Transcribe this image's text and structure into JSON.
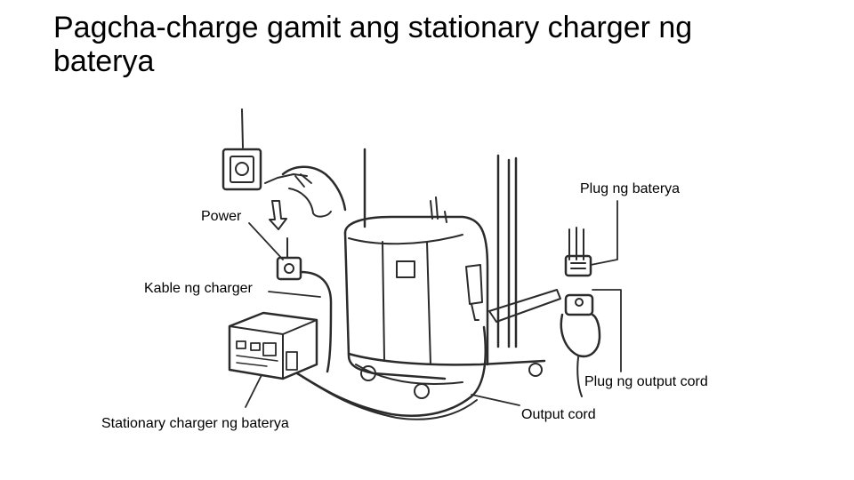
{
  "title": "Pagcha-charge gamit ang stationary charger ng baterya",
  "labels": {
    "power": "Power",
    "charger_cable": "Kable ng charger",
    "stationary_charger": "Stationary charger ng baterya",
    "battery_plug": "Plug ng baterya",
    "output_cord_plug": "Plug ng output cord",
    "output_cord": "Output cord"
  }
}
